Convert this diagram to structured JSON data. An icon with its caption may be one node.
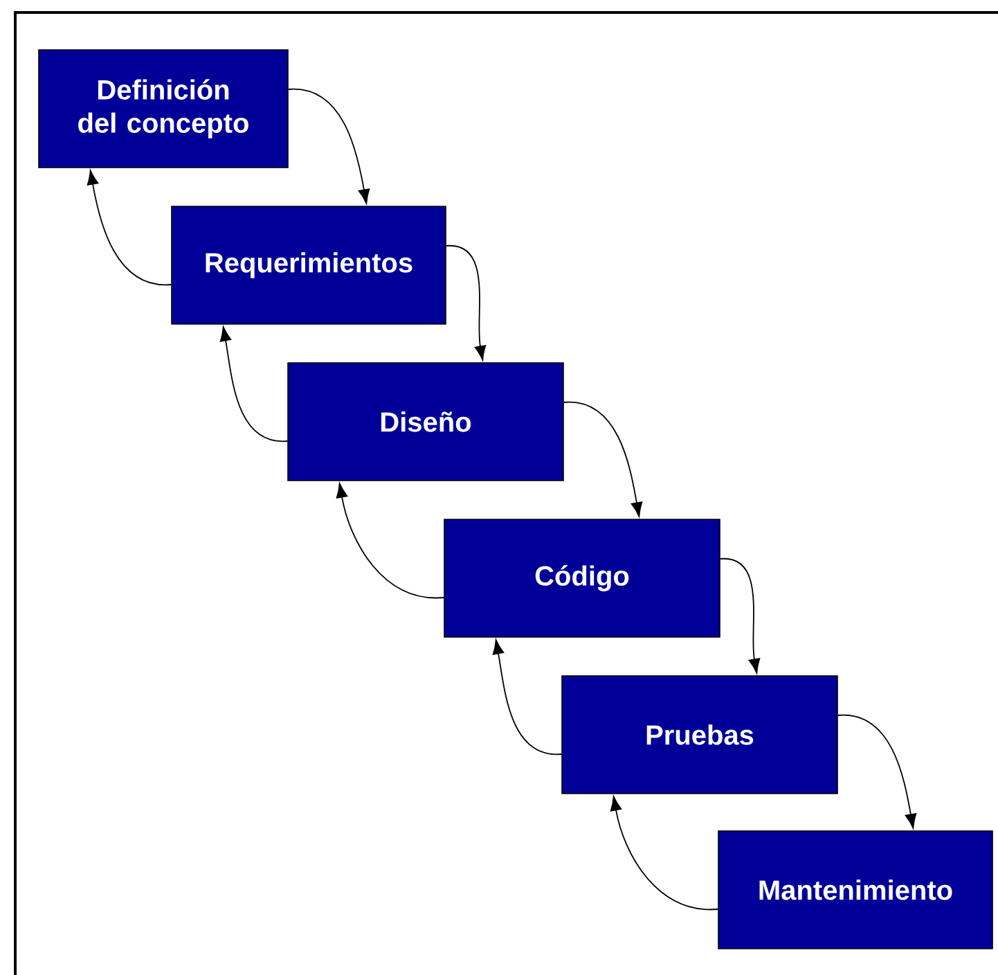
{
  "diagram": {
    "nodes": [
      {
        "text": [
          "Definición del concepto"
        ]
      },
      {
        "text": [
          "Requerimientos"
        ]
      },
      {
        "text": [
          "Diseño"
        ]
      },
      {
        "text": [
          "Código"
        ]
      },
      {
        "text": [
          "Pruebas"
        ]
      },
      {
        "text": [
          "Mantenimiento"
        ]
      }
    ],
    "edges": [
      {
        "from": 0,
        "to": 1,
        "arrow": "to"
      },
      {
        "from": 1,
        "to": 0,
        "arrow": "to"
      },
      {
        "from": 1,
        "to": 2,
        "arrow": "to"
      },
      {
        "from": 2,
        "to": 1,
        "arrow": "to"
      },
      {
        "from": 2,
        "to": 3,
        "arrow": "to"
      },
      {
        "from": 3,
        "to": 2,
        "arrow": "to"
      },
      {
        "from": 3,
        "to": 4,
        "arrow": "to"
      },
      {
        "from": 4,
        "to": 3,
        "arrow": "to"
      },
      {
        "from": 4,
        "to": 5,
        "arrow": "to"
      },
      {
        "from": 5,
        "to": 4,
        "arrow": "to"
      }
    ]
  }
}
